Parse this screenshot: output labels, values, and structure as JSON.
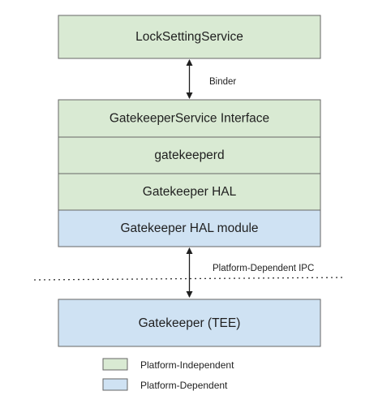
{
  "colors": {
    "independent_fill": "#d9ead3",
    "dependent_fill": "#cfe2f3",
    "stroke": "#666666",
    "text": "#1f1f1f"
  },
  "boxes": {
    "lock_setting_service": "LockSettingService",
    "gatekeeper_service_interface": "GatekeeperService Interface",
    "gatekeeperd": "gatekeeperd",
    "gatekeeper_hal": "Gatekeeper HAL",
    "gatekeeper_hal_module": "Gatekeeper HAL module",
    "gatekeeper_tee": "Gatekeeper (TEE)"
  },
  "edges": {
    "binder": "Binder",
    "platform_dependent_ipc": "Platform-Dependent IPC"
  },
  "legend": {
    "independent": "Platform-Independent",
    "dependent": "Platform-Dependent"
  }
}
